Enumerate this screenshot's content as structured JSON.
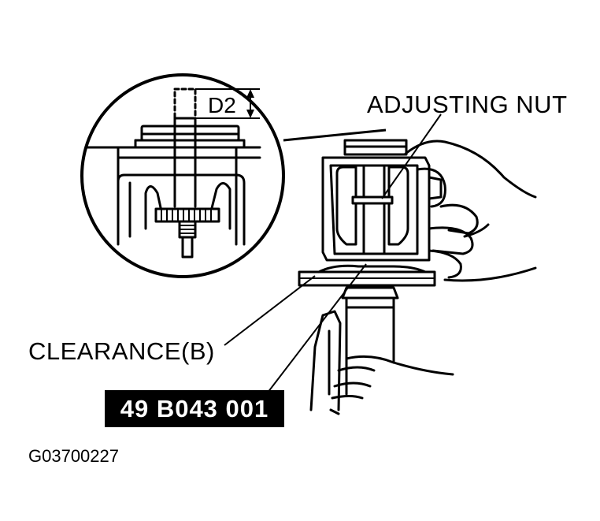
{
  "labels": {
    "adjusting_nut": "ADJUSTING NUT",
    "clearance": "CLEARANCE(B)",
    "dimension": "D2",
    "tool_number": "49 B043 001",
    "figure_id": "G03700227"
  },
  "colors": {
    "ink": "#000000",
    "paper": "#ffffff",
    "tag_background": "#000000",
    "tag_text": "#ffffff"
  }
}
